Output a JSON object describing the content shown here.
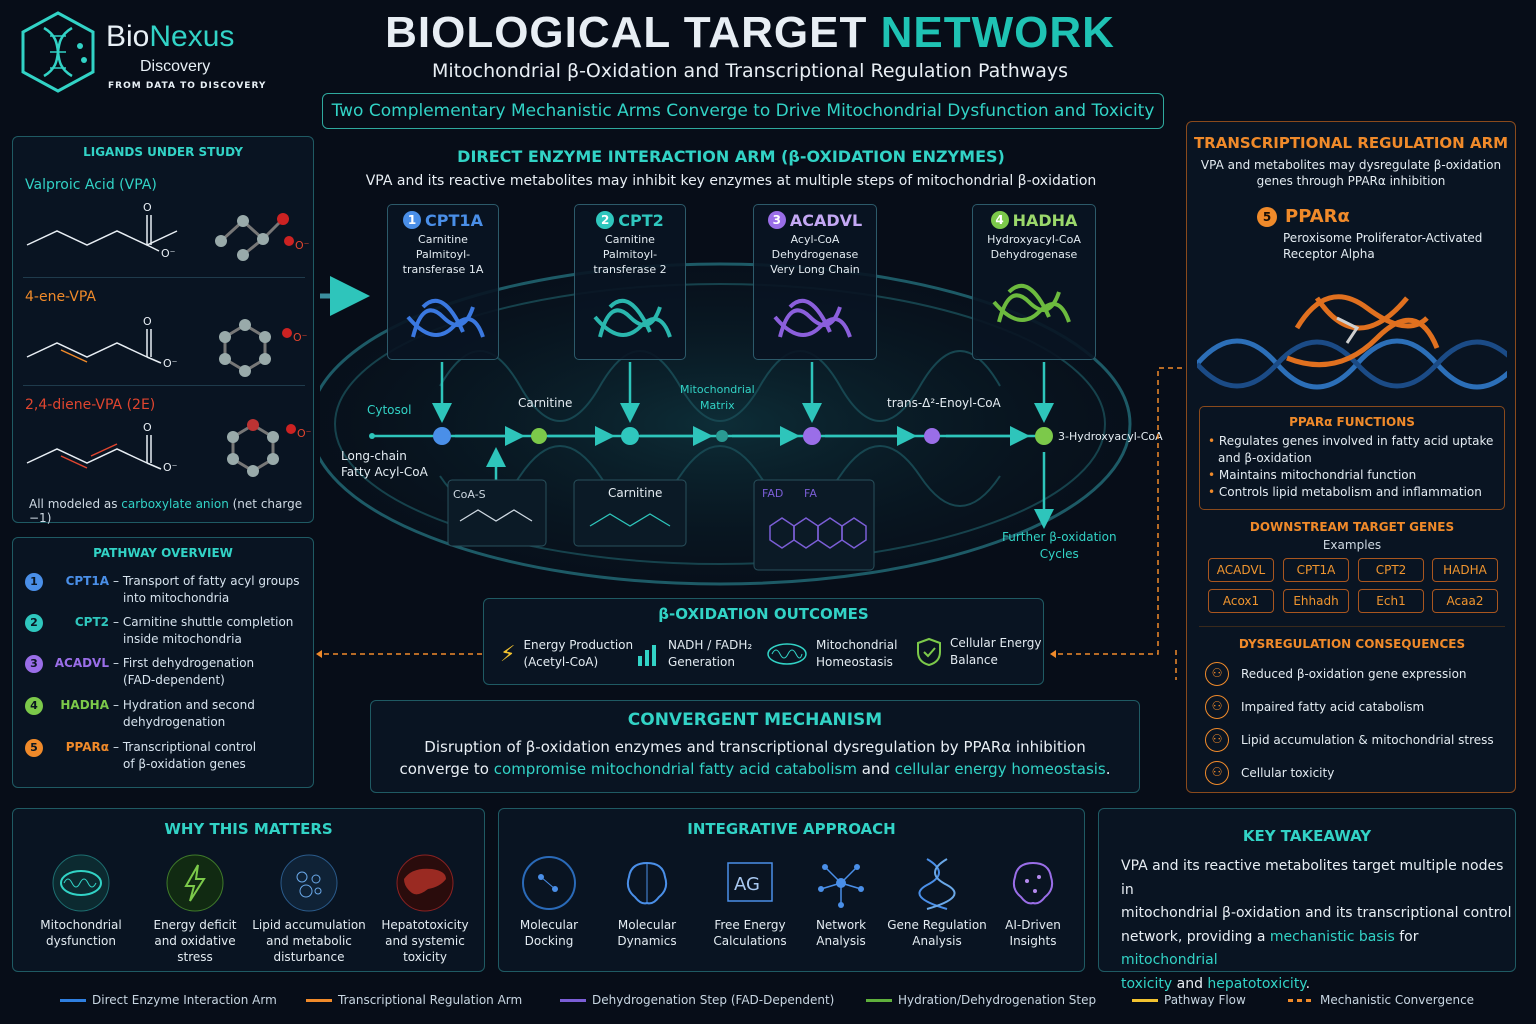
{
  "brand": {
    "name_a": "Bio",
    "name_b": "Nexus",
    "sub": "Discovery",
    "tag": "FROM DATA TO DISCOVERY"
  },
  "title": {
    "a": "BIOLOGICAL TARGET ",
    "b": "NETWORK",
    "subtitle": "Mitochondrial β-Oxidation and Transcriptional Regulation Pathways",
    "banner": "Two Complementary Mechanistic Arms Converge to Drive Mitochondrial Dysfunction and Toxicity"
  },
  "ligands": {
    "header": "LIGANDS UNDER STUDY",
    "items": [
      {
        "name": "Valproic Acid (VPA)",
        "color": "#32d3c6"
      },
      {
        "name": "4-ene-VPA",
        "color": "#f08a2a"
      },
      {
        "name": "2,4-diene-VPA (2E)",
        "color": "#e0452f"
      }
    ],
    "note_a": "All modeled as ",
    "note_b": "carboxylate anion",
    "note_c": " (net charge −1)"
  },
  "overview": {
    "header": "PATHWAY OVERVIEW",
    "items": [
      {
        "n": "1",
        "code": "CPT1A",
        "color": "#4a8fe8",
        "l1": "– Transport of fatty acyl groups",
        "l2": "into mitochondria"
      },
      {
        "n": "2",
        "code": "CPT2",
        "color": "#2fc7be",
        "l1": "– Carnitine shuttle completion",
        "l2": "inside mitochondria"
      },
      {
        "n": "3",
        "code": "ACADVL",
        "color": "#9a6ee8",
        "l1": "– First dehydrogenation",
        "l2": "(FAD-dependent)"
      },
      {
        "n": "4",
        "code": "HADHA",
        "color": "#7cc94a",
        "l1": "– Hydration and second",
        "l2": "dehydrogenation"
      },
      {
        "n": "5",
        "code": "PPARα",
        "color": "#f08a2a",
        "l1": "– Transcriptional control",
        "l2": "of β-oxidation genes"
      }
    ]
  },
  "direct": {
    "header": "DIRECT ENZYME INTERACTION ARM (β-OXIDATION ENZYMES)",
    "sub": "VPA and its reactive metabolites may inhibit key enzymes at multiple steps of mitochondrial β-oxidation",
    "enzymes": [
      {
        "n": "1",
        "name": "CPT1A",
        "l1": "Carnitine Palmitoyl-",
        "l2": "transferase 1A",
        "color": "#4a8fe8"
      },
      {
        "n": "2",
        "name": "CPT2",
        "l1": "Carnitine Palmitoyl-",
        "l2": "transferase 2",
        "color": "#2fc7be"
      },
      {
        "n": "3",
        "name": "ACADVL",
        "l1": "Acyl-CoA Dehydrogenase",
        "l2": "Very Long Chain",
        "color": "#9a6ee8"
      },
      {
        "n": "4",
        "name": "HADHA",
        "l1": "Hydroxyacyl-CoA",
        "l2": "Dehydrogenase",
        "color": "#7cc94a"
      }
    ],
    "labels": {
      "cytosol": "Cytosol",
      "carnitine": "Carnitine",
      "matrix1": "Mitochondrial",
      "matrix2": "Matrix",
      "enoyl": "trans-Δ²-Enoyl-CoA",
      "hydroxy": "3-Hydroxyacyl-CoA",
      "lcfa1": "Long-chain",
      "lcfa2": "Fatty Acyl-CoA",
      "further1": "Further β-oxidation",
      "further2": "Cycles",
      "coas": "CoA-S",
      "carnitine2": "Carnitine",
      "fad": "FAD",
      "fa": "FA"
    }
  },
  "outcomes": {
    "header": "β-OXIDATION OUTCOMES",
    "items": [
      {
        "l1": "Energy Production",
        "l2": "(Acetyl-CoA)",
        "icon": "lightning-icon"
      },
      {
        "l1": "NADH / FADH₂",
        "l2": "Generation",
        "icon": "bar-chart-icon"
      },
      {
        "l1": "Mitochondrial",
        "l2": "Homeostasis",
        "icon": "mitochondrion-icon"
      },
      {
        "l1": "Cellular Energy",
        "l2": "Balance",
        "icon": "shield-check-icon"
      }
    ]
  },
  "convergent": {
    "header": "CONVERGENT MECHANISM",
    "l1": "Disruption of β-oxidation enzymes and transcriptional dysregulation by PPARα inhibition",
    "l2a": "converge to ",
    "l2b": "compromise mitochondrial fatty acid catabolism",
    "l2c": " and ",
    "l2d": "cellular energy homeostasis",
    "l2e": "."
  },
  "transcription": {
    "header": "TRANSCRIPTIONAL REGULATION ARM",
    "sub1": "VPA and metabolites may dysregulate β-oxidation",
    "sub2": "genes through PPARα inhibition",
    "n": "5",
    "name": "PPARα",
    "full1": "Peroxisome Proliferator-Activated",
    "full2": "Receptor Alpha",
    "functions_header": "PPARα FUNCTIONS",
    "functions": [
      "Regulates genes involved in fatty acid uptake",
      "and β-oxidation",
      "Maintains mitochondrial function",
      "Controls lipid metabolism and inflammation"
    ],
    "genes_header": "DOWNSTREAM TARGET GENES",
    "genes_sub": "Examples",
    "genes": [
      "ACADVL",
      "CPT1A",
      "CPT2",
      "HADHA",
      "Acox1",
      "Ehhadh",
      "Ech1",
      "Acaa2"
    ],
    "cons_header": "DYSREGULATION CONSEQUENCES",
    "cons": [
      "Reduced β-oxidation gene expression",
      "Impaired fatty acid catabolism",
      "Lipid accumulation & mitochondrial stress",
      "Cellular toxicity"
    ]
  },
  "why": {
    "header": "WHY THIS MATTERS",
    "items": [
      {
        "l1": "Mitochondrial",
        "l2": "dysfunction",
        "l3": "",
        "icon": "mitochondrion-icon"
      },
      {
        "l1": "Energy deficit",
        "l2": "and oxidative",
        "l3": "stress",
        "icon": "lightning-icon"
      },
      {
        "l1": "Lipid accumulation",
        "l2": "and metabolic",
        "l3": "disturbance",
        "icon": "lipid-droplet-icon"
      },
      {
        "l1": "Hepatotoxicity",
        "l2": "and systemic",
        "l3": "toxicity",
        "icon": "liver-icon"
      }
    ]
  },
  "integrative": {
    "header": "INTEGRATIVE APPROACH",
    "items": [
      {
        "l1": "Molecular",
        "l2": "Docking",
        "icon": "docking-icon"
      },
      {
        "l1": "Molecular",
        "l2": "Dynamics",
        "icon": "brain-icon"
      },
      {
        "l1": "Free Energy",
        "l2": "Calculations",
        "icon": "ag-icon"
      },
      {
        "l1": "Network",
        "l2": "Analysis",
        "icon": "network-icon"
      },
      {
        "l1": "Gene Regulation",
        "l2": "Analysis",
        "icon": "dna-icon"
      },
      {
        "l1": "AI-Driven",
        "l2": "Insights",
        "icon": "ai-brain-icon"
      }
    ]
  },
  "takeaway": {
    "header": "KEY TAKEAWAY",
    "t1": "VPA and its reactive metabolites target multiple nodes in",
    "t2": "mitochondrial β-oxidation and its transcriptional control",
    "t3a": "network, providing a ",
    "t3b": "mechanistic basis",
    "t3c": " for ",
    "t3d": "mitochondrial",
    "t4a": "toxicity",
    "t4b": " and ",
    "t4c": "hepatotoxicity",
    "t4d": "."
  },
  "legend": [
    {
      "label": "Direct Enzyme Interaction Arm",
      "color": "#2f7fe0"
    },
    {
      "label": "Transcriptional Regulation Arm",
      "color": "#f08a2a"
    },
    {
      "label": "Dehydrogenation Step (FAD-Dependent)",
      "color": "#7b5ed6"
    },
    {
      "label": "Hydration/Dehydrogenation Step",
      "color": "#5fb03c"
    },
    {
      "label": "Pathway Flow",
      "color": "#f2c230"
    },
    {
      "label": "Mechanistic Convergence",
      "color": "#f08a2a"
    }
  ]
}
